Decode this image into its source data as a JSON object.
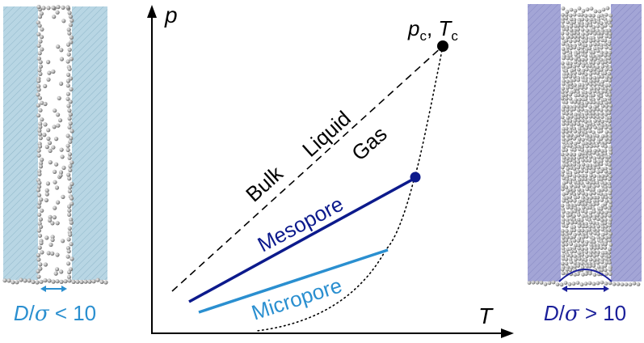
{
  "axes": {
    "y_label": "p",
    "x_label": "T"
  },
  "critical_point": {
    "p_label": "p",
    "p_sub": "c",
    "sep": ", ",
    "T_label": "T",
    "T_sub": "c"
  },
  "phases": {
    "liquid": "Liquid",
    "gas": "Gas"
  },
  "curves": {
    "bulk": "Bulk",
    "mesopore": "Mesopore",
    "micropore": "Micropore"
  },
  "pores": {
    "left": {
      "D": "D",
      "slash": "/",
      "sigma": "σ",
      "relation": " < 10"
    },
    "right": {
      "D": "D",
      "slash": "/",
      "sigma": "σ",
      "relation": " > 10"
    }
  },
  "colors": {
    "mesopore": "#0c1a8c",
    "micropore": "#2a8fd0",
    "left_label": "#2a8fd0",
    "right_label": "#1a1f9a",
    "left_wall": "#b5d4e2",
    "right_wall": "#9a9ccf",
    "particle": "#a0a0a0"
  }
}
